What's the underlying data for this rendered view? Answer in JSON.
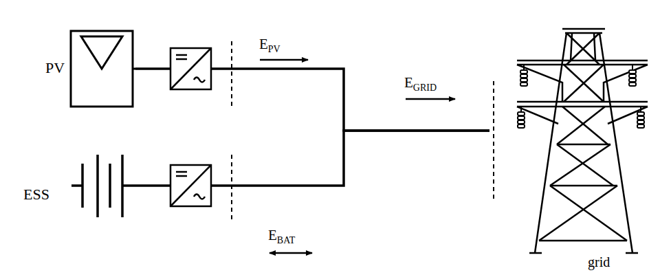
{
  "diagram": {
    "nodes": [
      {
        "text": [
          "PV"
        ]
      },
      {
        "text": [
          "ESS"
        ]
      },
      {
        "text": [
          "grid"
        ]
      }
    ],
    "edges": [
      {
        "from": 0,
        "to": 2,
        "arrow": "none"
      },
      {
        "from": 1,
        "to": 2,
        "arrow": "none"
      }
    ],
    "labels": [
      "EPV",
      "EGRID",
      "EBAT"
    ]
  }
}
